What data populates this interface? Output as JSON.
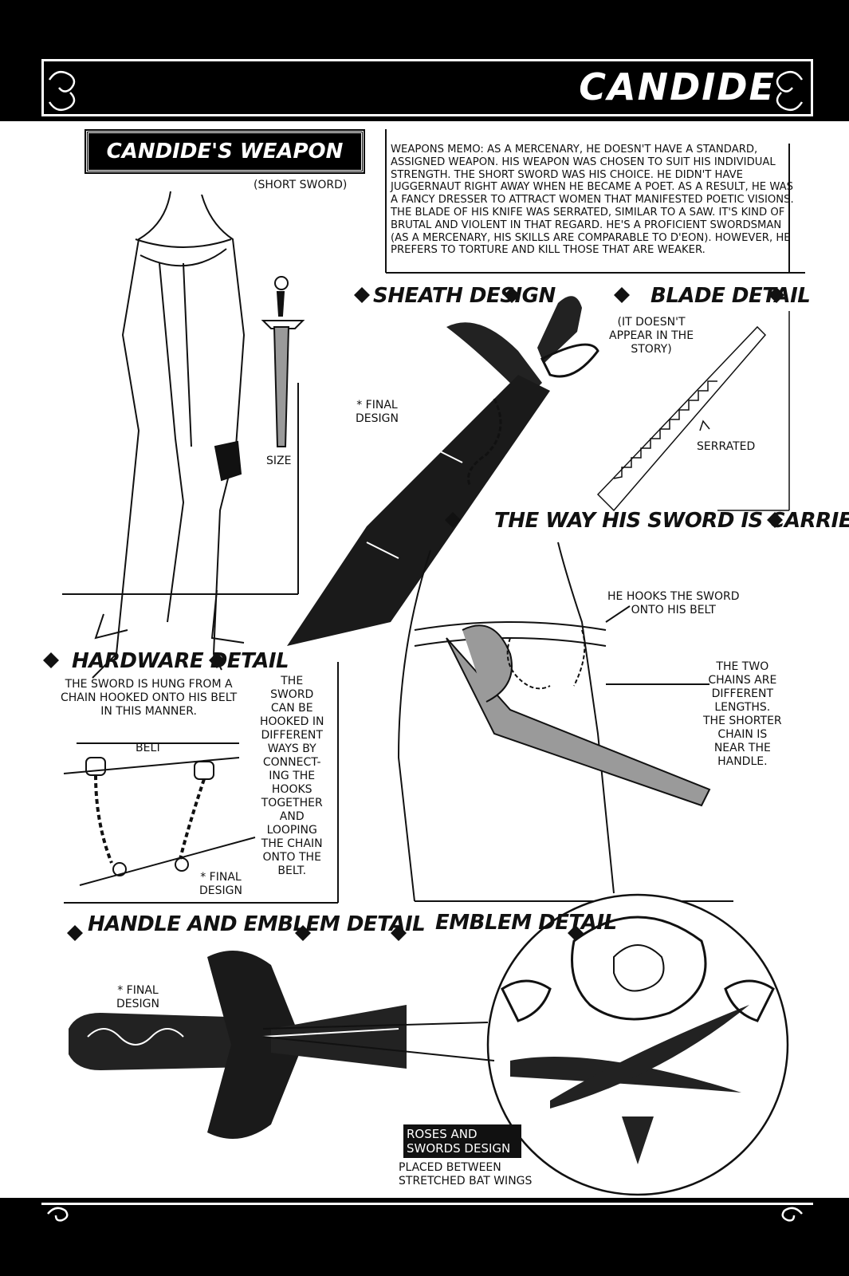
{
  "header": {
    "title": "CANDIDE"
  },
  "section_title": "CANDIDE'S WEAPON DESIGN",
  "subtitle": "(SHORT SWORD)",
  "memo": "WEAPONS MEMO: AS A MERCENARY, HE DOESN'T HAVE A STANDARD, ASSIGNED WEAPON. HIS WEAPON WAS CHOSEN TO SUIT HIS INDIVIDUAL STRENGTH. THE SHORT SWORD WAS HIS CHOICE. HE DIDN'T HAVE JUGGERNAUT RIGHT AWAY WHEN HE BECAME A POET. AS A RESULT, HE WAS A FANCY DRESSER TO ATTRACT WOMEN THAT MANIFESTED POETIC VISIONS. THE BLADE OF HIS KNIFE WAS SERRATED, SIMILAR TO A SAW. IT'S KIND OF BRUTAL AND VIOLENT IN THAT REGARD. HE'S A PROFICIENT SWORDSMAN (AS A MERCENARY, HIS SKILLS ARE COMPARABLE TO D'EON). HOWEVER, HE PREFERS TO TORTURE AND KILL THOSE THAT ARE WEAKER.",
  "size_label": "SIZE",
  "headings": {
    "sheath": "SHEATH DESIGN",
    "blade": "BLADE DETAIL",
    "carried": "THE WAY HIS SWORD IS CARRIED",
    "hardware": "HARDWARE DETAIL",
    "handle": "HANDLE AND EMBLEM DETAIL",
    "emblem": "EMBLEM DETAIL"
  },
  "notes": {
    "final_design": "* FINAL\nDESIGN",
    "blade_note": "(IT DOESN'T\nAPPEAR IN THE\nSTORY)",
    "serrated": "SERRATED",
    "hooks_belt": "HE HOOKS THE SWORD\nONTO HIS BELT",
    "two_chains": "THE TWO\nCHAINS ARE\nDIFFERENT\nLENGTHS.\nTHE SHORTER\nCHAIN IS\nNEAR THE\nHANDLE.",
    "hung_from": "THE SWORD IS HUNG FROM A\nCHAIN HOOKED ONTO HIS BELT\nIN THIS MANNER.",
    "belt": "BELT",
    "hooked_ways": "THE\nSWORD\nCAN BE\nHOOKED IN\nDIFFERENT\nWAYS BY\nCONNECT-\nING THE\nHOOKS\nTOGETHER\nAND\nLOOPING\nTHE CHAIN\nONTO THE\nBELT.",
    "roses_label": "ROSES AND\nSWORDS DESIGN",
    "placed_between": "PLACED BETWEEN\nSTRETCHED BAT WINGS"
  },
  "colors": {
    "ink": "#111111",
    "paper": "#ffffff",
    "band": "#000000",
    "shade": "#9a9a9a"
  }
}
